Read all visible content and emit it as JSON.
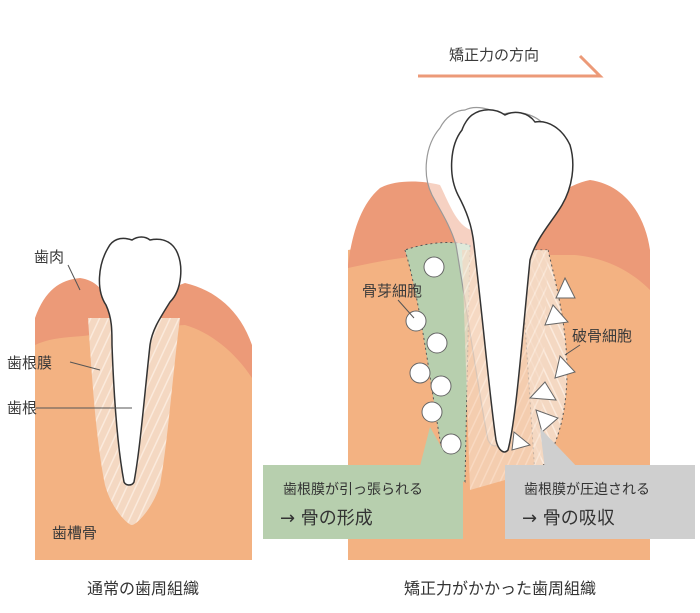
{
  "direction_label": "矯正力の方向",
  "left": {
    "labels": {
      "gum": "歯肉",
      "periodontal_ligament": "歯根膜",
      "root": "歯根",
      "alveolar_bone": "歯槽骨"
    },
    "caption": "通常の歯周組織"
  },
  "right": {
    "labels": {
      "osteoblast": "骨芽細胞",
      "osteoclast": "破骨細胞"
    },
    "tension_box": {
      "line1": "歯根膜が引っ張られる",
      "line2": "→ 骨の形成"
    },
    "compression_box": {
      "line1": "歯根膜が圧迫される",
      "line2": "→ 骨の吸収"
    },
    "caption": "矯正力がかかった歯周組織"
  },
  "colors": {
    "bone": "#f3b282",
    "gum": "#ec9a78",
    "ligament": "#f6dcc8",
    "tension_fill": "#b7cfae",
    "compression_fill": "#cfcfcf",
    "arrow": "#ec9a78"
  }
}
